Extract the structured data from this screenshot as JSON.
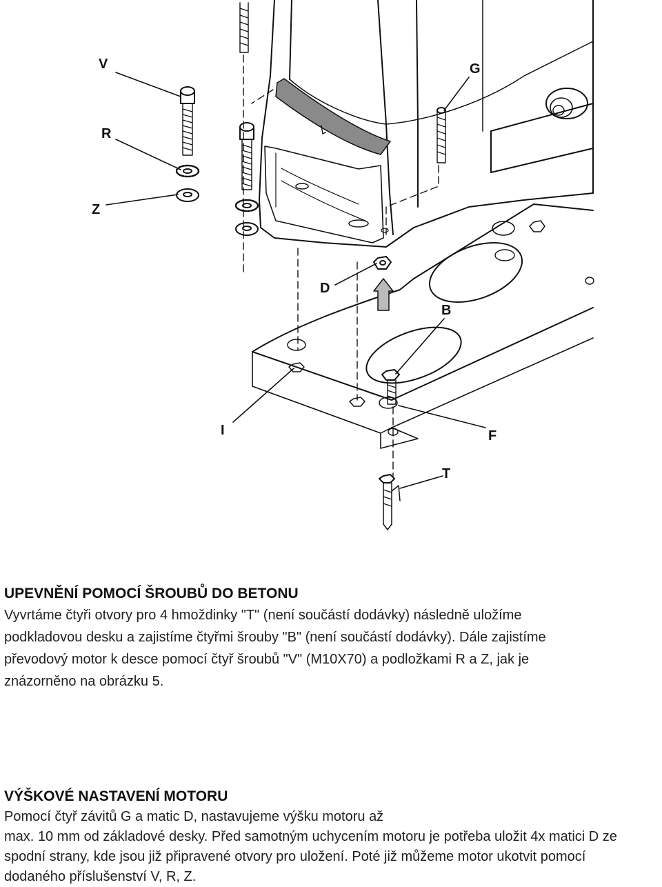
{
  "labels": {
    "V": "V",
    "R": "R",
    "Z": "Z",
    "G": "G",
    "D": "D",
    "B": "B",
    "I": "I",
    "F": "F",
    "T": "T"
  },
  "section1": {
    "heading": "UPEVNĚNÍ POMOCÍ ŠROUBŮ DO BETONU",
    "lines": [
      "Vyvrtáme čtyři otvory pro 4 hmoždinky \"T\" (není součástí dodávky) následně uložíme",
      "podkladovou desku a zajistíme čtyřmi šrouby \"B\" (není součástí dodávky). Dále zajistíme",
      "převodový motor k desce pomocí čtyř šroubů \"V\" (M10X70) a podložkami R a Z, jak je",
      "znázorněno na obrázku 5."
    ]
  },
  "section2": {
    "heading": "VÝŠKOVÉ NASTAVENÍ MOTORU",
    "lines": [
      "Pomocí čtyř závitů G a matic D, nastavujeme výšku motoru až",
      "max. 10 mm od základové desky. Před samotným uchycením motoru je potřeba uložit 4x matici D ze",
      "spodní strany, kde jsou již připravené otvory pro uložení. Poté již můžeme motor ukotvit pomocí",
      "dodaného příslušenství V, R, Z."
    ]
  },
  "colors": {
    "ink": "#111111",
    "cover_gray": "#8a8a8a",
    "paper": "#ffffff"
  }
}
